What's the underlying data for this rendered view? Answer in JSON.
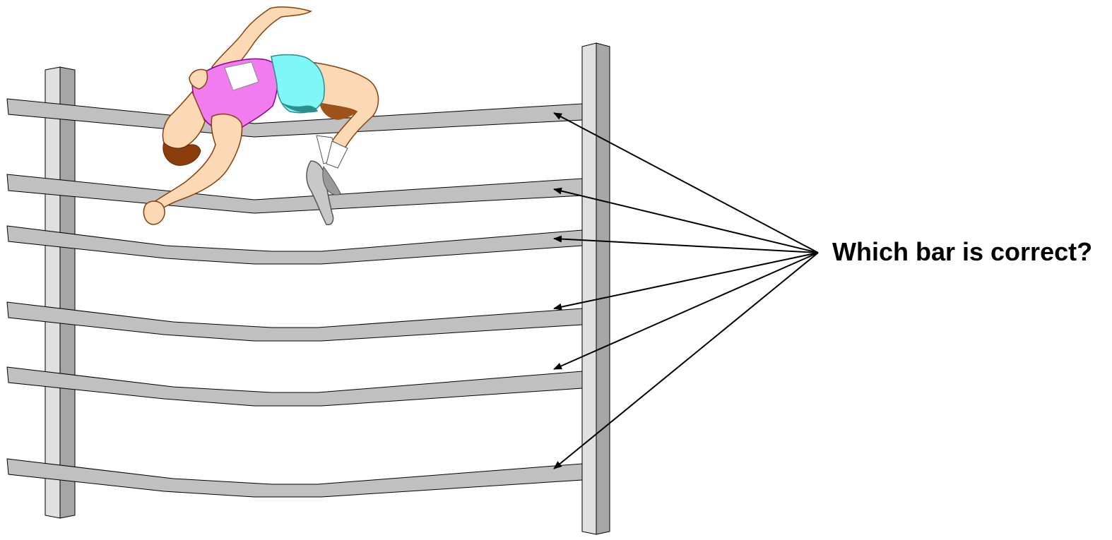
{
  "question": "Which bar is correct?",
  "bars": [
    {
      "id": "bar-1"
    },
    {
      "id": "bar-2"
    },
    {
      "id": "bar-3"
    },
    {
      "id": "bar-4"
    },
    {
      "id": "bar-5"
    },
    {
      "id": "bar-6"
    }
  ],
  "colors": {
    "bar_fill": "#c0c0c0",
    "post_light": "#e0e0e0",
    "post_dark": "#a6a6a6",
    "outline": "#000000",
    "shirt": "#f07cf0",
    "shorts": "#7ff7f7",
    "skin": "#fbd9b4",
    "hair": "#8b3d0b",
    "shoe": "#c8c8c8"
  },
  "icons": [
    "high-jumper-figure",
    "arrow-icon"
  ]
}
